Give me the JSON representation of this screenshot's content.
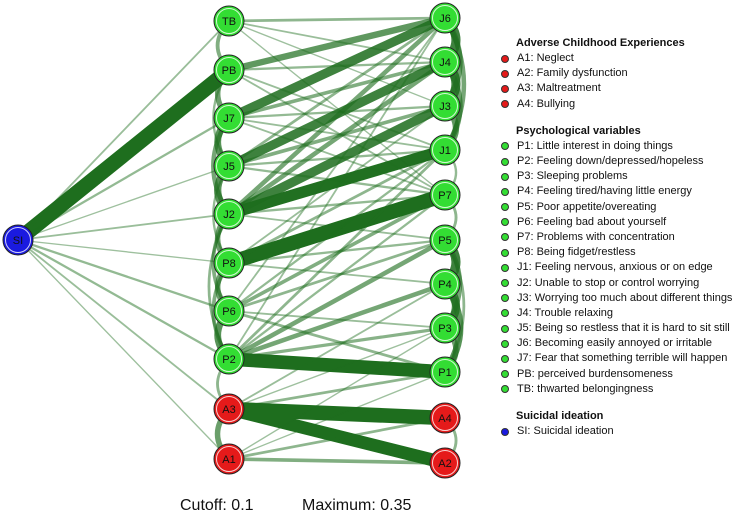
{
  "diagram": {
    "nodes": [
      {
        "id": "SI",
        "group": "si"
      },
      {
        "id": "TB",
        "group": "psych"
      },
      {
        "id": "PB",
        "group": "psych"
      },
      {
        "id": "J7",
        "group": "psych"
      },
      {
        "id": "J5",
        "group": "psych"
      },
      {
        "id": "J2",
        "group": "psych"
      },
      {
        "id": "P8",
        "group": "psych"
      },
      {
        "id": "P6",
        "group": "psych"
      },
      {
        "id": "P2",
        "group": "psych"
      },
      {
        "id": "A3",
        "group": "ace"
      },
      {
        "id": "A1",
        "group": "ace"
      },
      {
        "id": "J6",
        "group": "psych"
      },
      {
        "id": "J4",
        "group": "psych"
      },
      {
        "id": "J3",
        "group": "psych"
      },
      {
        "id": "J1",
        "group": "psych"
      },
      {
        "id": "P7",
        "group": "psych"
      },
      {
        "id": "P5",
        "group": "psych"
      },
      {
        "id": "P4",
        "group": "psych"
      },
      {
        "id": "P3",
        "group": "psych"
      },
      {
        "id": "P1",
        "group": "psych"
      },
      {
        "id": "A4",
        "group": "ace"
      },
      {
        "id": "A2",
        "group": "ace"
      }
    ],
    "edges": [
      {
        "from": "SI",
        "to": "PB",
        "weight": 0.33
      },
      {
        "from": "SI",
        "to": "TB",
        "weight": 0.04
      },
      {
        "from": "SI",
        "to": "J7",
        "weight": 0.05
      },
      {
        "from": "SI",
        "to": "J5",
        "weight": 0.03
      },
      {
        "from": "SI",
        "to": "J2",
        "weight": 0.04
      },
      {
        "from": "SI",
        "to": "P8",
        "weight": 0.03
      },
      {
        "from": "SI",
        "to": "P6",
        "weight": 0.05
      },
      {
        "from": "SI",
        "to": "P2",
        "weight": 0.05
      },
      {
        "from": "SI",
        "to": "A3",
        "weight": 0.04
      },
      {
        "from": "SI",
        "to": "A1",
        "weight": 0.03
      },
      {
        "from": "A3",
        "to": "A4",
        "weight": 0.32
      },
      {
        "from": "A3",
        "to": "A2",
        "weight": 0.28
      },
      {
        "from": "A1",
        "to": "A2",
        "weight": 0.08
      },
      {
        "from": "A1",
        "to": "A4",
        "weight": 0.06
      },
      {
        "from": "P2",
        "to": "P1",
        "weight": 0.3
      },
      {
        "from": "P8",
        "to": "P7",
        "weight": 0.32
      },
      {
        "from": "J7",
        "to": "J6",
        "weight": 0.2
      },
      {
        "from": "J2",
        "to": "J1",
        "weight": 0.25
      },
      {
        "from": "J2",
        "to": "J3",
        "weight": 0.2
      },
      {
        "from": "J5",
        "to": "J4",
        "weight": 0.2
      },
      {
        "from": "PB",
        "to": "J6",
        "weight": 0.14
      },
      {
        "from": "TB",
        "to": "J6",
        "weight": 0.06
      },
      {
        "from": "P2",
        "to": "P4",
        "weight": 0.1
      },
      {
        "from": "P2",
        "to": "P5",
        "weight": 0.1
      },
      {
        "from": "P2",
        "to": "P3",
        "weight": 0.07
      },
      {
        "from": "P6",
        "to": "P7",
        "weight": 0.08
      },
      {
        "from": "J2",
        "to": "J6",
        "weight": 0.1
      },
      {
        "from": "J2",
        "to": "J4",
        "weight": 0.1
      },
      {
        "from": "J5",
        "to": "J3",
        "weight": 0.08
      },
      {
        "from": "J7",
        "to": "J4",
        "weight": 0.08
      },
      {
        "from": "P8",
        "to": "J1",
        "weight": 0.06
      },
      {
        "from": "P6",
        "to": "P5",
        "weight": 0.06
      },
      {
        "from": "P6",
        "to": "P1",
        "weight": 0.06
      },
      {
        "from": "A3",
        "to": "P1",
        "weight": 0.06
      },
      {
        "from": "P2",
        "to": "J1",
        "weight": 0.06
      },
      {
        "from": "TB",
        "to": "J4",
        "weight": 0.04
      },
      {
        "from": "TB",
        "to": "J3",
        "weight": 0.03
      },
      {
        "from": "TB",
        "to": "P7",
        "weight": 0.03
      },
      {
        "from": "PB",
        "to": "J4",
        "weight": 0.05
      },
      {
        "from": "PB",
        "to": "P7",
        "weight": 0.04
      },
      {
        "from": "PB",
        "to": "J1",
        "weight": 0.04
      },
      {
        "from": "J7",
        "to": "J3",
        "weight": 0.05
      },
      {
        "from": "J7",
        "to": "P7",
        "weight": 0.04
      },
      {
        "from": "J7",
        "to": "J1",
        "weight": 0.04
      },
      {
        "from": "J5",
        "to": "J6",
        "weight": 0.06
      },
      {
        "from": "J5",
        "to": "J1",
        "weight": 0.05
      },
      {
        "from": "J5",
        "to": "P7",
        "weight": 0.05
      },
      {
        "from": "J2",
        "to": "P7",
        "weight": 0.05
      },
      {
        "from": "J2",
        "to": "P5",
        "weight": 0.04
      },
      {
        "from": "P8",
        "to": "P5",
        "weight": 0.05
      },
      {
        "from": "P8",
        "to": "P4",
        "weight": 0.04
      },
      {
        "from": "P8",
        "to": "J3",
        "weight": 0.04
      },
      {
        "from": "P6",
        "to": "P3",
        "weight": 0.04
      },
      {
        "from": "P6",
        "to": "J1",
        "weight": 0.05
      },
      {
        "from": "P6",
        "to": "J6",
        "weight": 0.04
      },
      {
        "from": "P2",
        "to": "J6",
        "weight": 0.04
      },
      {
        "from": "P2",
        "to": "P7",
        "weight": 0.05
      },
      {
        "from": "A3",
        "to": "P4",
        "weight": 0.04
      },
      {
        "from": "A3",
        "to": "P3",
        "weight": 0.03
      },
      {
        "from": "A1",
        "to": "P1",
        "weight": 0.03
      },
      {
        "from": "A1",
        "to": "P3",
        "weight": 0.03
      },
      {
        "from": "J6",
        "to": "J4",
        "weight": 0.2
      },
      {
        "from": "J6",
        "to": "J3",
        "weight": 0.12
      },
      {
        "from": "J6",
        "to": "J1",
        "weight": 0.1
      },
      {
        "from": "J4",
        "to": "J3",
        "weight": 0.2
      },
      {
        "from": "J4",
        "to": "J1",
        "weight": 0.12
      },
      {
        "from": "J3",
        "to": "J1",
        "weight": 0.14
      },
      {
        "from": "P5",
        "to": "P4",
        "weight": 0.2
      },
      {
        "from": "P5",
        "to": "P3",
        "weight": 0.1
      },
      {
        "from": "P4",
        "to": "P3",
        "weight": 0.18
      },
      {
        "from": "P4",
        "to": "P1",
        "weight": 0.15
      },
      {
        "from": "P3",
        "to": "P1",
        "weight": 0.12
      },
      {
        "from": "P7",
        "to": "P5",
        "weight": 0.06
      },
      {
        "from": "P1",
        "to": "P5",
        "weight": 0.06
      },
      {
        "from": "J1",
        "to": "P7",
        "weight": 0.05
      },
      {
        "from": "A4",
        "to": "A2",
        "weight": 0.06
      },
      {
        "from": "TB",
        "to": "PB",
        "weight": 0.08
      },
      {
        "from": "PB",
        "to": "J7",
        "weight": 0.12
      },
      {
        "from": "J7",
        "to": "J5",
        "weight": 0.15
      },
      {
        "from": "J5",
        "to": "J2",
        "weight": 0.16
      },
      {
        "from": "J7",
        "to": "J2",
        "weight": 0.1
      },
      {
        "from": "J2",
        "to": "P8",
        "weight": 0.12
      },
      {
        "from": "P8",
        "to": "P6",
        "weight": 0.12
      },
      {
        "from": "P6",
        "to": "P2",
        "weight": 0.15
      },
      {
        "from": "J2",
        "to": "P6",
        "weight": 0.08
      },
      {
        "from": "P8",
        "to": "P2",
        "weight": 0.08
      },
      {
        "from": "P2",
        "to": "A3",
        "weight": 0.06
      },
      {
        "from": "A3",
        "to": "A1",
        "weight": 0.12
      },
      {
        "from": "J5",
        "to": "P8",
        "weight": 0.05
      },
      {
        "from": "J2",
        "to": "P2",
        "weight": 0.06
      },
      {
        "from": "PB",
        "to": "J5",
        "weight": 0.05
      }
    ],
    "colors": {
      "edge": "#1e6e1e",
      "si": "#1a1ae0",
      "psych": "#33dd33",
      "ace": "#e51a1a"
    }
  },
  "legend": {
    "groups": [
      {
        "title": "Adverse Childhood Experiences",
        "color": "#e51a1a",
        "items": [
          "A1: Neglect",
          "A2: Family dysfunction",
          "A3: Maltreatment",
          "A4: Bullying"
        ]
      },
      {
        "title": "Psychological variables",
        "color": "#33dd33",
        "items": [
          "P1: Little interest in doing things",
          "P2: Feeling down/depressed/hopeless",
          "P3: Sleeping problems",
          "P4:  Feeling tired/having little energy",
          "P5: Poor appetite/overeating",
          "P6: Feeling bad about yourself",
          "P7: Problems with concentration",
          "P8: Being fidget/restless",
          "J1: Feeling nervous, anxious or on edge",
          "J2: Unable to stop or control worrying",
          "J3: Worrying too much about different things",
          "J4: Trouble relaxing",
          "J5:  Being so restless that it is hard to sit still",
          "J6: Becoming easily annoyed or irritable",
          "J7: Fear that something terrible will happen",
          "PB: perceived burdensomeness",
          "TB: thwarted belongingness"
        ]
      },
      {
        "title": "Suicidal ideation",
        "color": "#1a1ae0",
        "items": [
          "SI: Suicidal ideation"
        ]
      }
    ]
  },
  "footer": {
    "cutoff": "Cutoff: 0.1",
    "maximum": "Maximum: 0.35"
  }
}
